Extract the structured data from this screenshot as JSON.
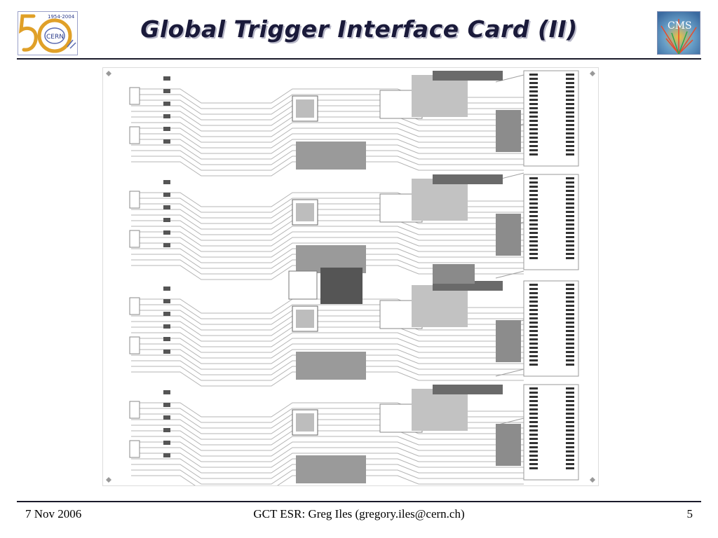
{
  "slide": {
    "title": "Global Trigger Interface Card (II)"
  },
  "logos": {
    "left": {
      "name": "CERN 50th anniversary logo",
      "years": "1954-2004",
      "text": "CERN"
    },
    "right": {
      "name": "CMS logo",
      "text": "CMS"
    }
  },
  "figure": {
    "icon": "pcb-layout-image"
  },
  "footer": {
    "date": "7 Nov 2006",
    "center": "GCT ESR:  Greg Iles (gregory.iles@cern.ch)",
    "page": "5"
  }
}
